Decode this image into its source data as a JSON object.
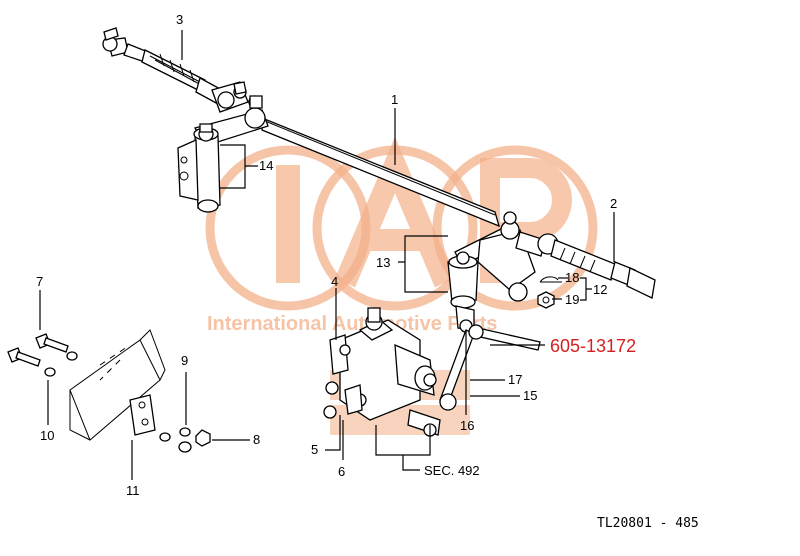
{
  "watermark": {
    "text": "International Automotive Parts",
    "color": "#f3b089"
  },
  "callouts": {
    "c1": "1",
    "c2": "2",
    "c3": "3",
    "c4": "4",
    "c5": "5",
    "c6": "6",
    "c7": "7",
    "c8": "8",
    "c9": "9",
    "c10": "10",
    "c11": "11",
    "c12": "12",
    "c13": "13",
    "c14": "14",
    "c15": "15",
    "c16": "16",
    "c17": "17",
    "c18": "18",
    "c19": "19"
  },
  "part_number": "605-13172",
  "part_number_color": "#d42020",
  "section_ref": "SEC. 492",
  "drawing_code": "TL20801 - 485"
}
